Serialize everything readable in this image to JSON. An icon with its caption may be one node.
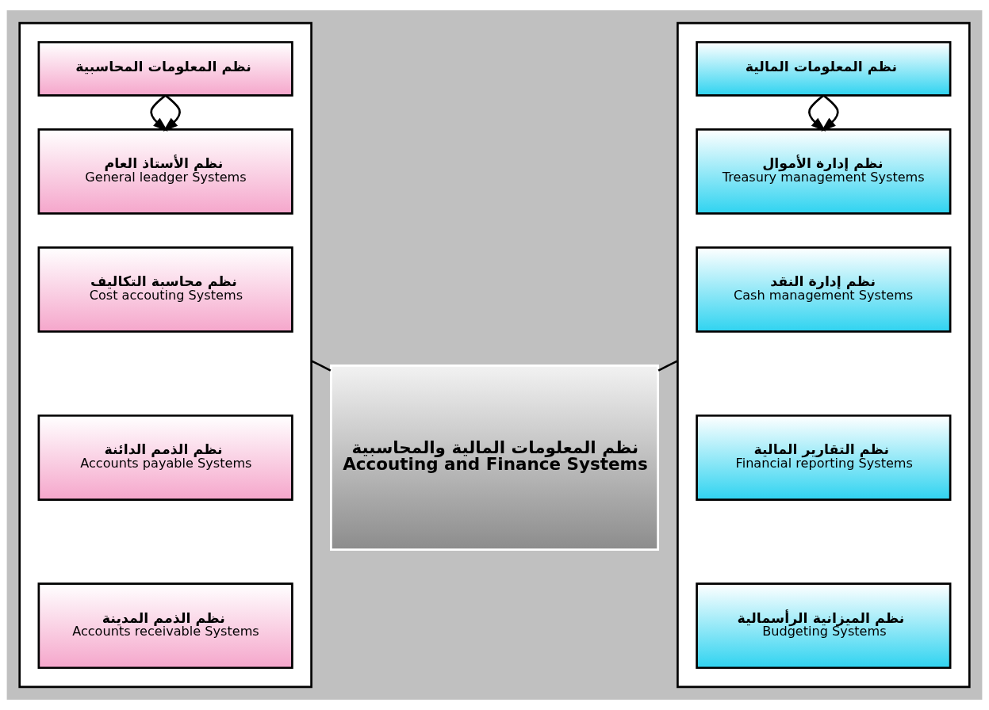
{
  "diagram": {
    "nodes": [
      {
        "text": [],
        "shape": "box"
      },
      {
        "text": [
          "نظم المعلومات المحاسبية"
        ],
        "in": 0
      },
      {
        "text": [
          "نظم الأستاذ العام",
          "General leadger Systems"
        ],
        "in": 0
      },
      {
        "text": [
          "نظم محاسبة التكاليف",
          "Cost accouting Systems"
        ],
        "in": 0
      },
      {
        "text": [
          "نظم الذمم الدائنة",
          "Accounts payable Systems"
        ],
        "in": 0
      },
      {
        "text": [
          "نظم الذمم المدينة",
          "Accounts receivable Systems"
        ],
        "in": 0
      },
      {
        "text": [
          "نظم المعلومات المالية والمحاسبية",
          "Accouting and Finance Systems"
        ]
      },
      {
        "text": [],
        "shape": "box"
      },
      {
        "text": [
          "نظم المعلومات المالية"
        ],
        "in": 7
      },
      {
        "text": [
          "نظم إدارة الأموال",
          "Treasury management Systems"
        ],
        "in": 7
      },
      {
        "text": [
          "نظم إدارة النقد",
          "Cash management Systems"
        ],
        "in": 7
      },
      {
        "text": [
          "نظم التقارير المالية",
          "Financial reporting Systems"
        ],
        "in": 7
      },
      {
        "text": [
          "نظم الميزانية الرأسمالية",
          "Budgeting Systems"
        ],
        "in": 7
      }
    ],
    "edges": [
      {
        "from": 6,
        "to": 0,
        "arrow": "none"
      },
      {
        "from": 6,
        "to": 7,
        "arrow": "none"
      },
      {
        "from": 1,
        "to": 2,
        "arrow": "to"
      },
      {
        "from": 1,
        "to": 2,
        "arrow": "to"
      },
      {
        "from": 8,
        "to": 9,
        "arrow": "to"
      },
      {
        "from": 8,
        "to": 9,
        "arrow": "to"
      }
    ]
  }
}
